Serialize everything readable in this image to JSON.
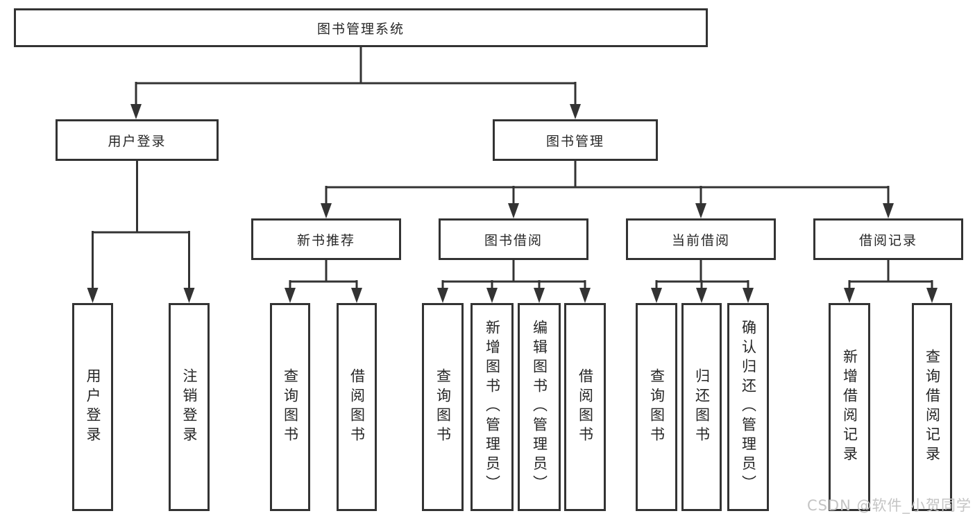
{
  "diagram_title": "图书管理系统",
  "tree": {
    "label": "图书管理系统",
    "children": [
      {
        "label": "用户登录",
        "children": [
          {
            "label": "用户登录"
          },
          {
            "label": "注销登录"
          }
        ]
      },
      {
        "label": "图书管理",
        "children": [
          {
            "label": "新书推荐",
            "children": [
              {
                "label": "查询图书"
              },
              {
                "label": "借阅图书"
              }
            ]
          },
          {
            "label": "图书借阅",
            "children": [
              {
                "label": "查询图书"
              },
              {
                "label": "新增图书（管理员）"
              },
              {
                "label": "编辑图书（管理员）"
              },
              {
                "label": "借阅图书"
              }
            ]
          },
          {
            "label": "当前借阅",
            "children": [
              {
                "label": "查询图书"
              },
              {
                "label": "归还图书"
              },
              {
                "label": "确认归还（管理员）"
              }
            ]
          },
          {
            "label": "借阅记录",
            "children": [
              {
                "label": "新增借阅记录"
              },
              {
                "label": "查询借阅记录"
              }
            ]
          }
        ]
      }
    ]
  },
  "watermark": "CSDN @软件_小贺同学",
  "colors": {
    "line": "#333333",
    "text": "#262626",
    "watermark": "#c4c4c4",
    "background": "#ffffff"
  }
}
